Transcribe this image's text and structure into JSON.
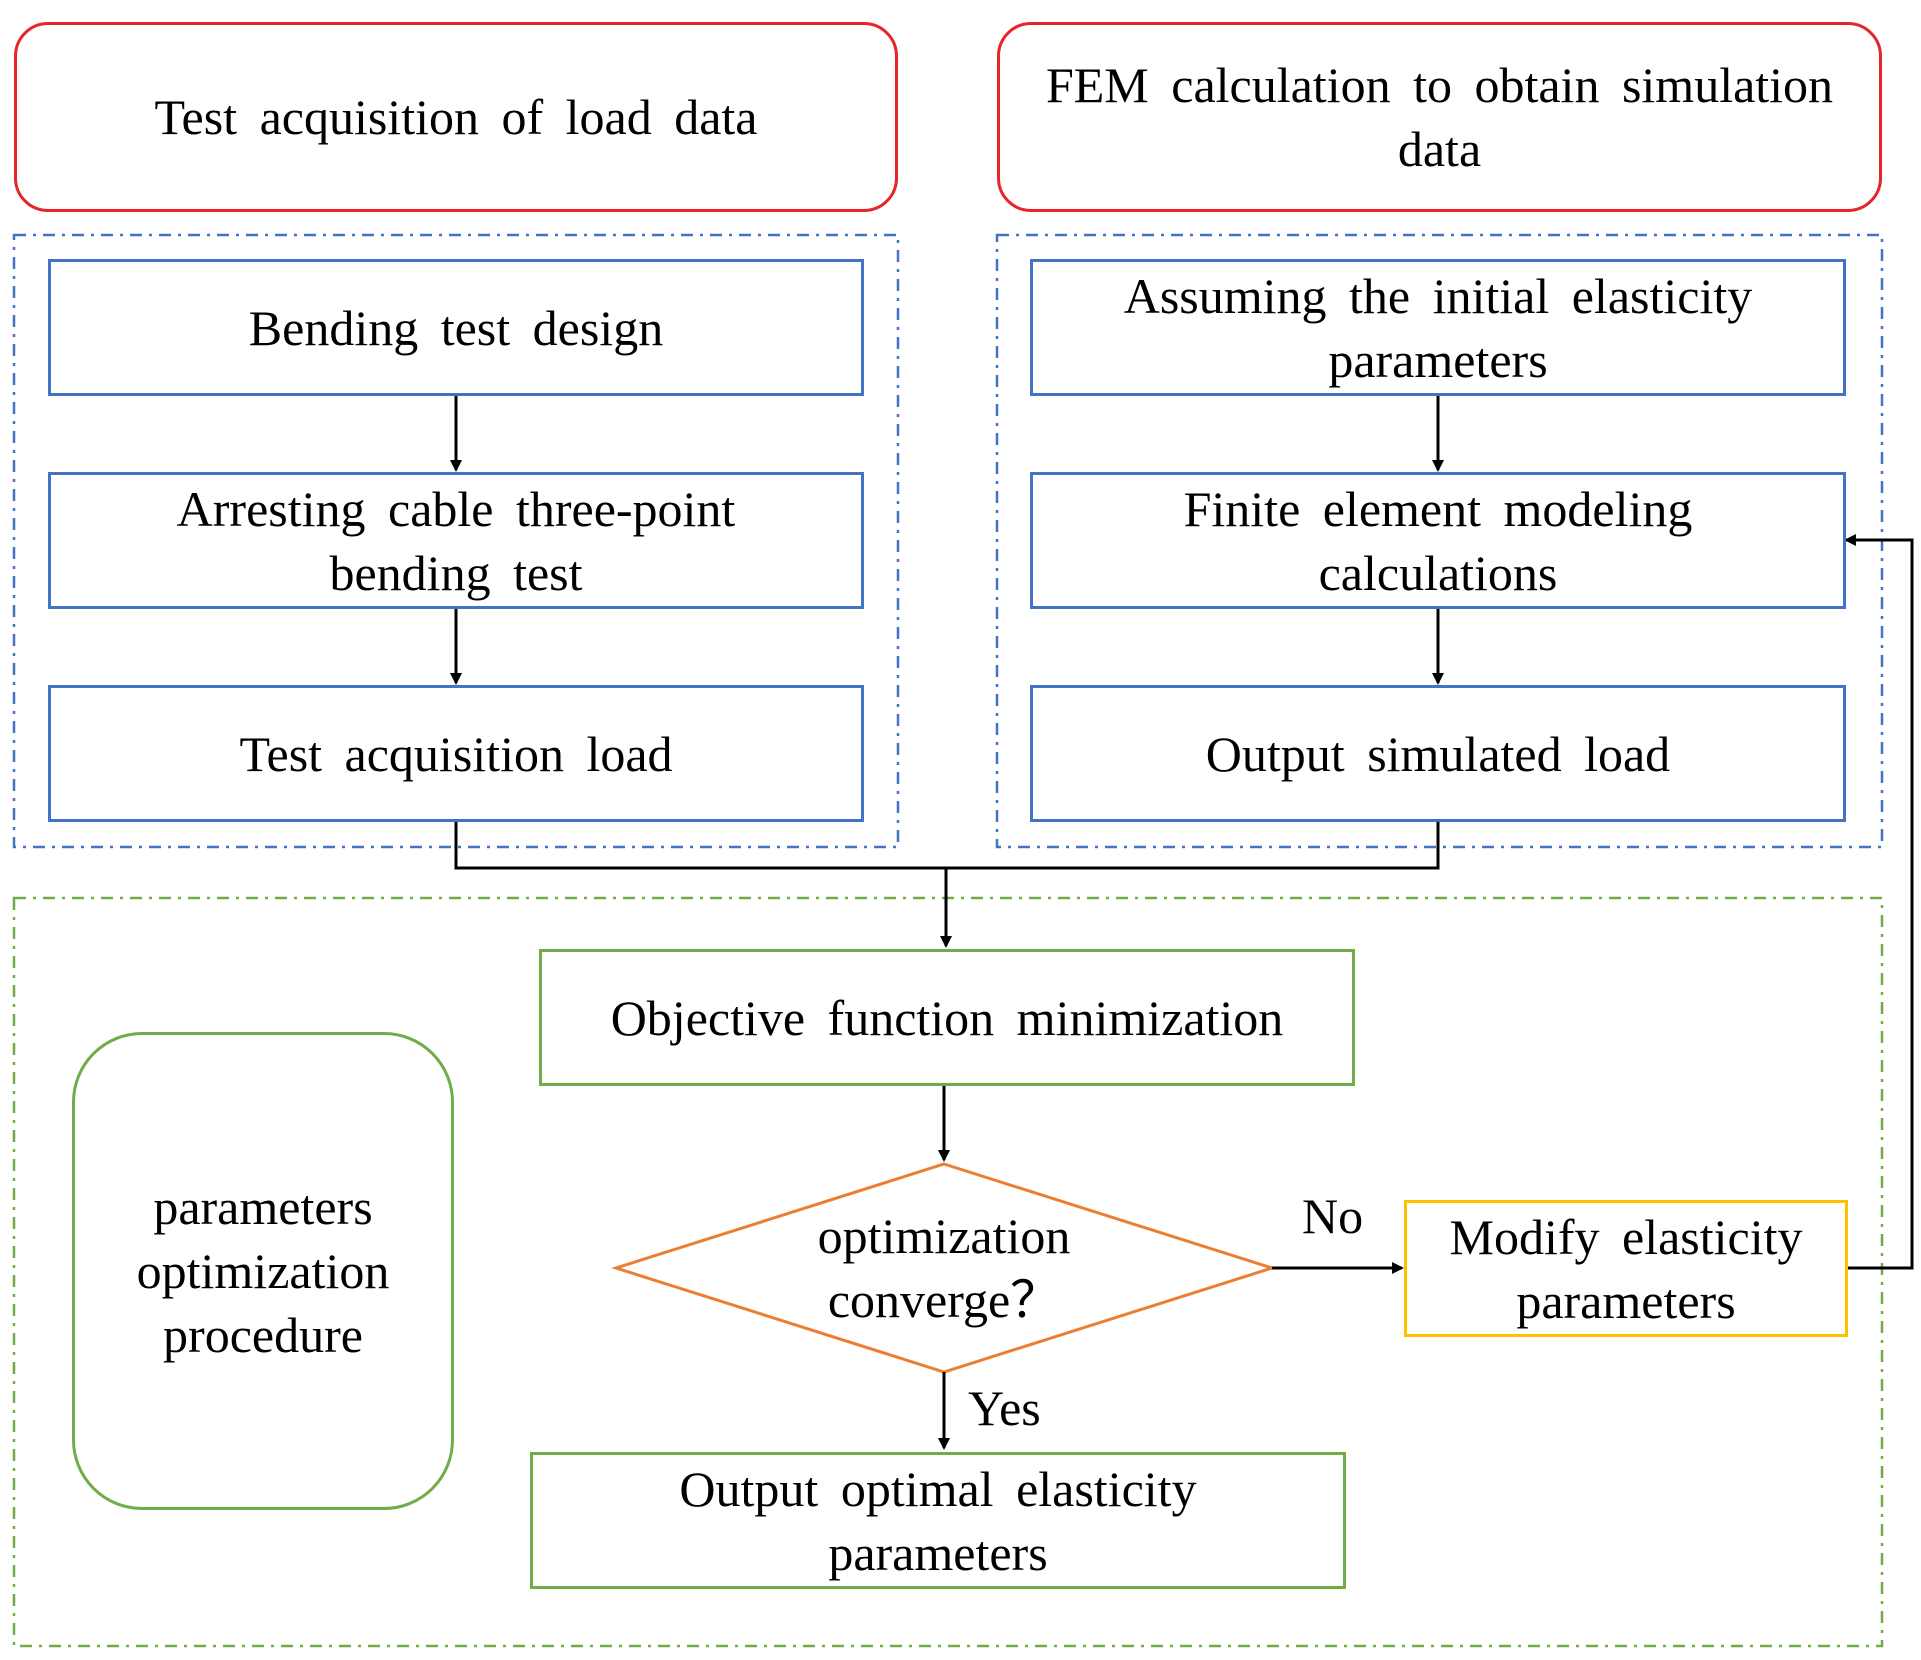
{
  "headers": {
    "left": "Test acquisition of load data",
    "right": "FEM calculation to obtain simulation data"
  },
  "left_steps": [
    "Bending test design",
    "Arresting cable three-point bending test",
    "Test acquisition load"
  ],
  "right_steps": [
    "Assuming the initial elasticity parameters",
    "Finite element modeling calculations",
    "Output simulated load"
  ],
  "optimization": {
    "procedure_label": "parameters optimization procedure",
    "objective": "Objective function minimization",
    "decision": "optimization converge？",
    "no_label": "No",
    "yes_label": "Yes",
    "modify": "Modify elasticity parameters",
    "output": "Output optimal elasticity parameters"
  },
  "colors": {
    "header_border": "#e8232a",
    "step_border": "#4472c4",
    "optimization_border": "#70ad47",
    "decision_border": "#ed7d31",
    "modify_border": "#ffc000"
  }
}
